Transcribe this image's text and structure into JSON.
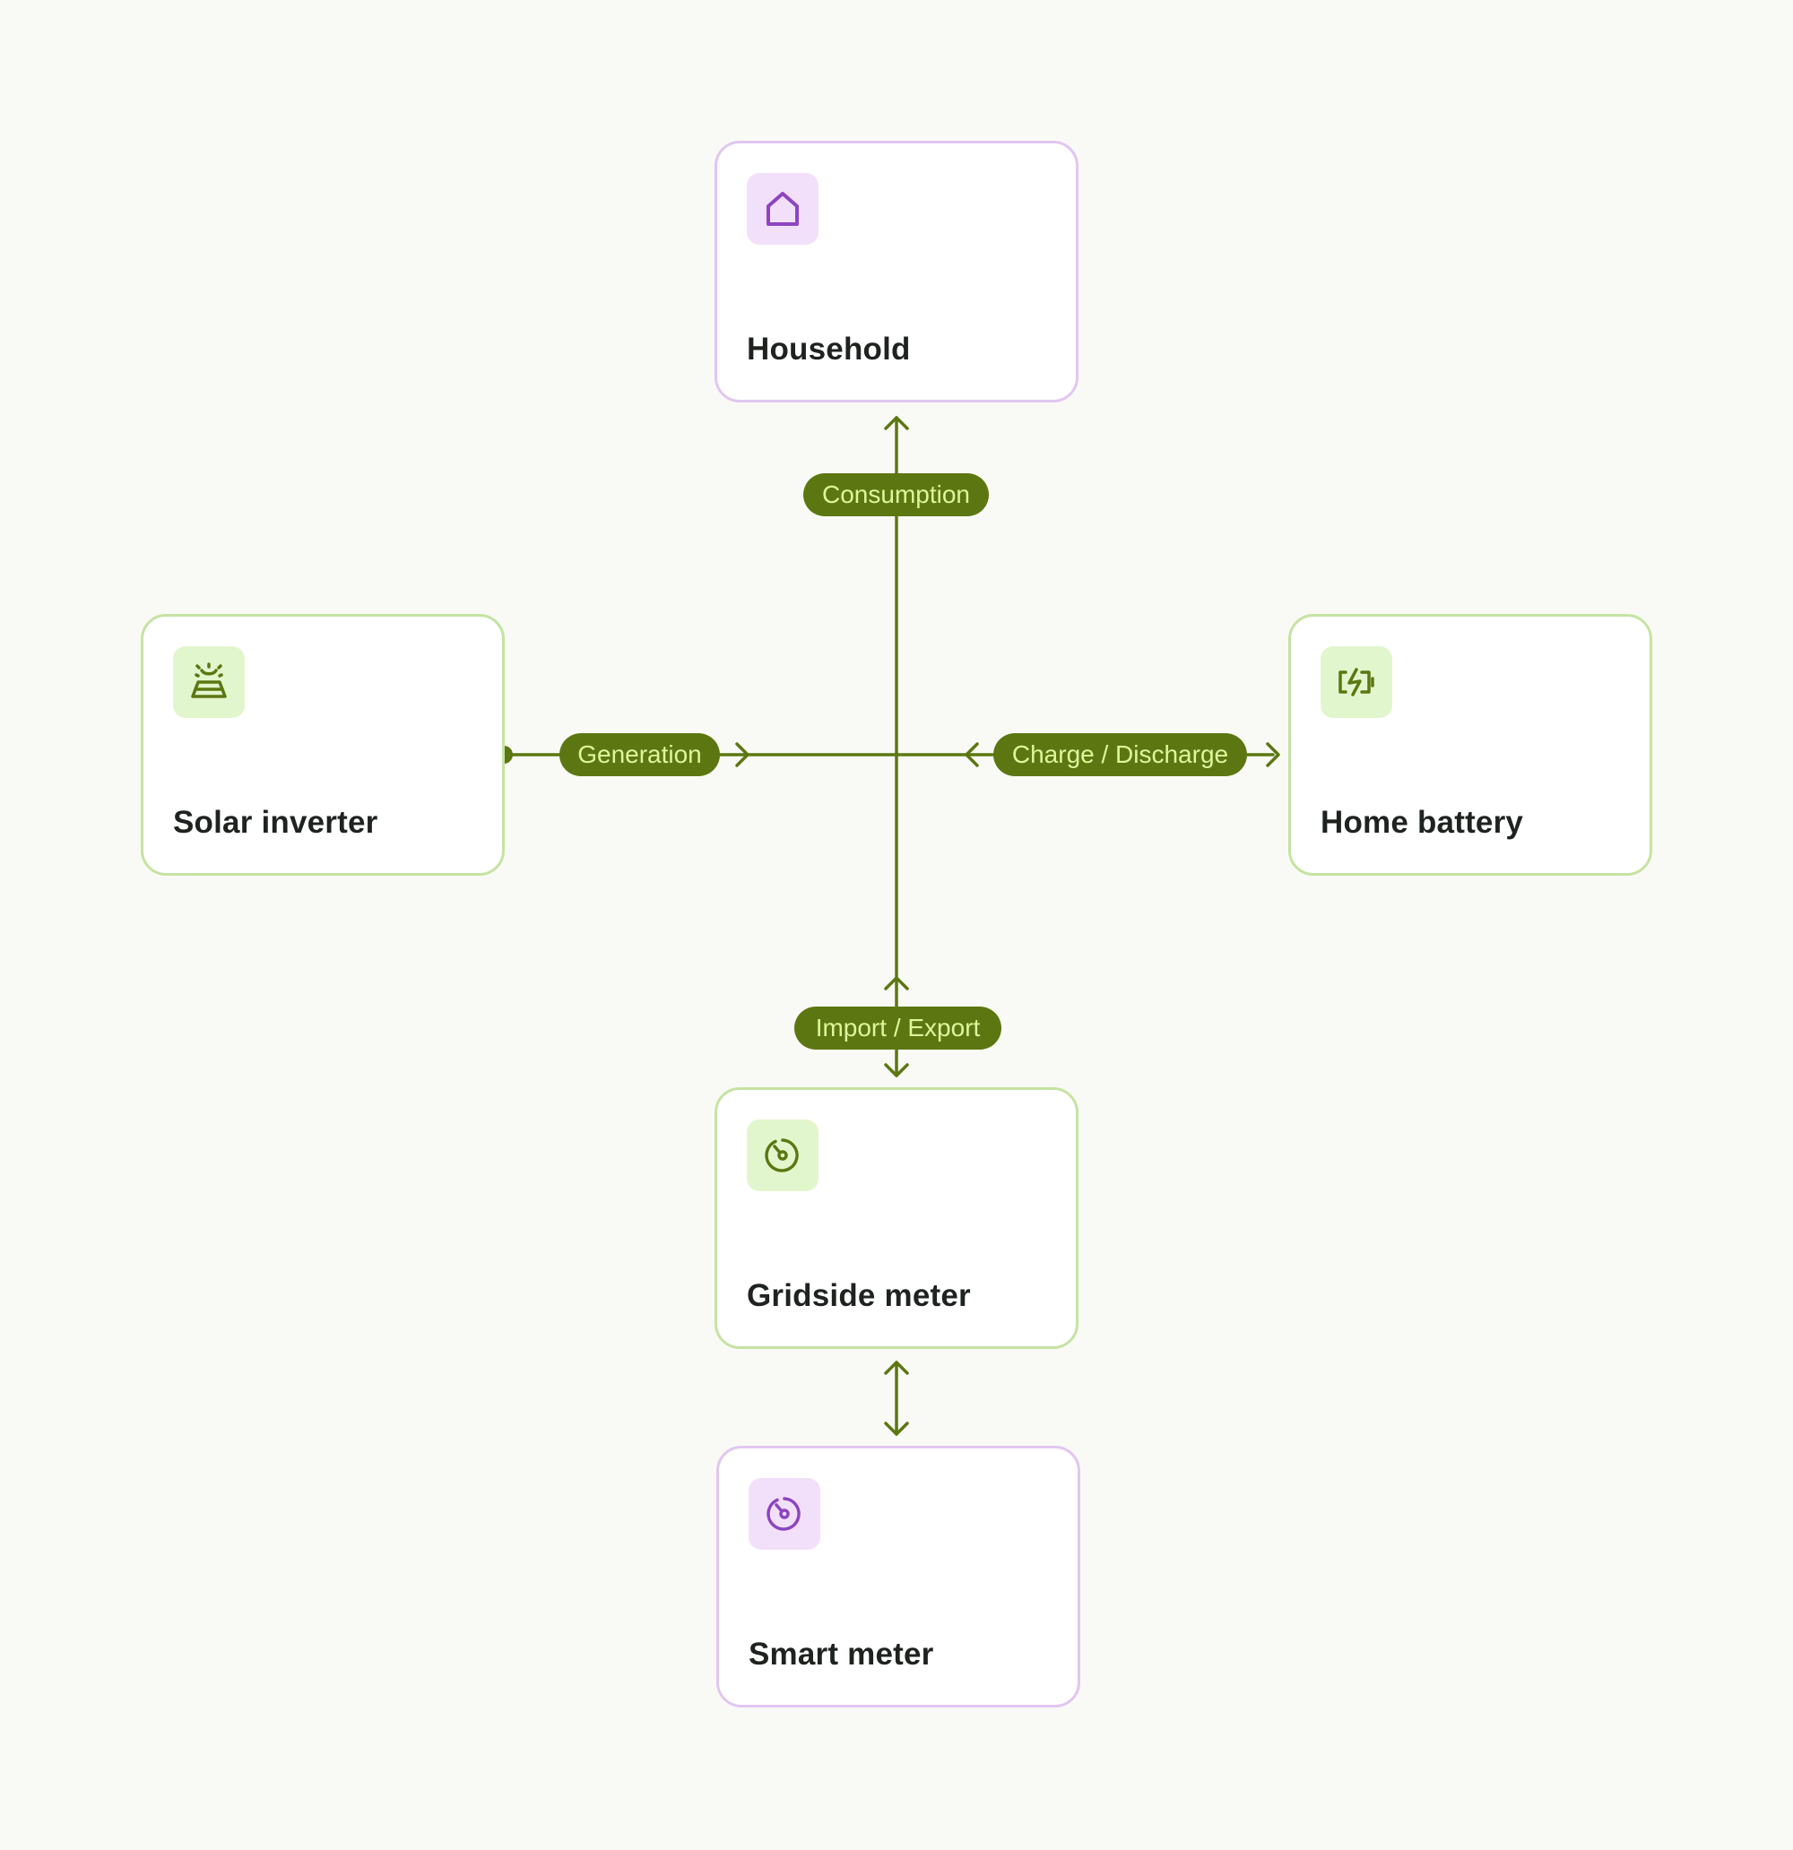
{
  "nodes": {
    "household": {
      "label": "Household",
      "icon": "house-icon"
    },
    "solar": {
      "label": "Solar inverter",
      "icon": "solar-panel-icon"
    },
    "battery": {
      "label": "Home battery",
      "icon": "battery-charging-icon"
    },
    "gridside": {
      "label": "Gridside meter",
      "icon": "meter-gauge-icon"
    },
    "smart": {
      "label": "Smart meter",
      "icon": "meter-gauge-icon"
    }
  },
  "flows": {
    "consumption": "Consumption",
    "generation": "Generation",
    "charge_discharge": "Charge / Discharge",
    "import_export": "Import / Export"
  },
  "colors": {
    "line": "#5c7711",
    "pill_bg": "#5c7711",
    "pill_text": "#dff59c",
    "green_border": "#c5e3a2",
    "green_icon_bg": "#e2f6cd",
    "green_icon": "#5c7711",
    "purple_border": "#e1c6f1",
    "purple_icon_bg": "#f2e0fa",
    "purple_icon": "#8e44c0",
    "background": "#f9faf5"
  }
}
